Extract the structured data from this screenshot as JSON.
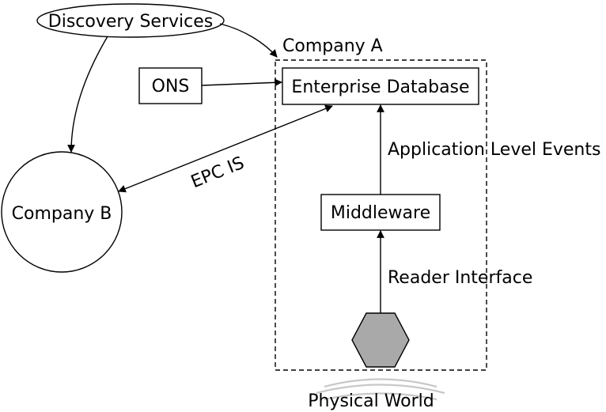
{
  "diagram": {
    "nodes": {
      "discovery": "Discovery Services",
      "company_a": "Company A",
      "ons": "ONS",
      "enterprise_db": "Enterprise Database",
      "company_b": "Company B",
      "middleware": "Middleware",
      "physical_world": "Physical World"
    },
    "edge_labels": {
      "epc_is": "EPC IS",
      "app_events": "Application Level Events",
      "reader_interface": "Reader Interface"
    },
    "colors": {
      "stroke": "#000000",
      "reader_fill": "#a9a9a9",
      "wave": "#c8c8c8"
    },
    "icons": {
      "reader": "hexagon-reader-icon",
      "waves": "signal-waves-icon"
    }
  }
}
